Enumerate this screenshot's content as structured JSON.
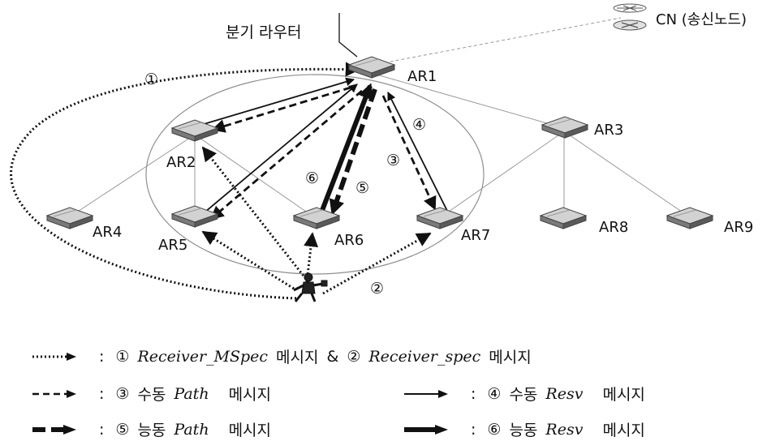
{
  "branch_router_label": "분기 라우터",
  "cn_label": "CN (송신노드)",
  "routers": {
    "AR1": "AR1",
    "AR2": "AR2",
    "AR3": "AR3",
    "AR4": "AR4",
    "AR5": "AR5",
    "AR6": "AR6",
    "AR7": "AR7",
    "AR8": "AR8",
    "AR9": "AR9"
  },
  "step_markers": {
    "s1": "①",
    "s2": "②",
    "s3": "③",
    "s4": "④",
    "s5": "⑤",
    "s6": "⑥"
  },
  "legend": {
    "row1": {
      "colon": ":",
      "n1": "①",
      "msg1": "Receiver_MSpec",
      "suffix1": "메시지",
      "amp": "&",
      "n2": "②",
      "msg2": "Receiver_spec",
      "suffix2": "메시지"
    },
    "row2": {
      "colon": ":",
      "num": "③",
      "kind": "수동",
      "msg": "Path",
      "suffix": "메시지"
    },
    "row3": {
      "colon": ":",
      "num": "⑤",
      "kind": "능동",
      "msg": "Path",
      "suffix": "메시지"
    },
    "row4": {
      "colon": ":",
      "num": "④",
      "kind": "수동",
      "msg": "Resv",
      "suffix": "메시지"
    },
    "row5": {
      "colon": ":",
      "num": "⑥",
      "kind": "능동",
      "msg": "Resv",
      "suffix": "메시지"
    }
  },
  "colors": {
    "line": "#111111",
    "thin_line": "#9a9a9a",
    "router_top": "#cfcfcf",
    "router_side": "#6e6e6e"
  }
}
